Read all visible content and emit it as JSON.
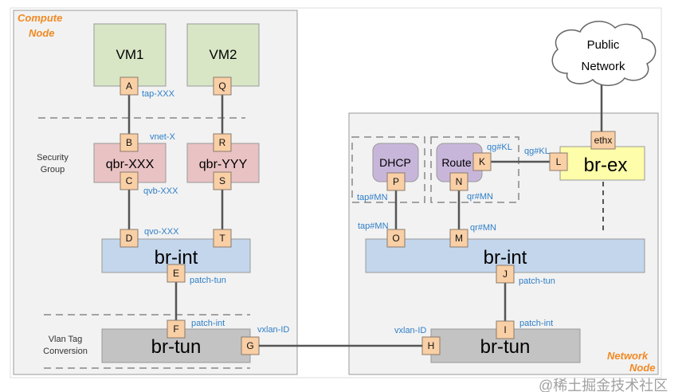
{
  "compute_node": {
    "title_line1": "Compute",
    "title_line2": "Node",
    "vm1": "VM1",
    "vm2": "VM2",
    "qbr_xxx": "qbr-XXX",
    "qbr_yyy": "qbr-YYY",
    "br_int": "br-int",
    "br_tun": "br-tun",
    "security_group_line1": "Security",
    "security_group_line2": "Group",
    "vlan_tag_line1": "Vlan Tag",
    "vlan_tag_line2": "Conversion",
    "ports": {
      "A": "A",
      "B": "B",
      "C": "C",
      "D": "D",
      "E": "E",
      "F": "F",
      "G": "G",
      "Q": "Q",
      "R": "R",
      "S": "S",
      "T": "T"
    },
    "labels": {
      "tap": "tap-XXX",
      "vnet": "vnet-X",
      "qvb": "qvb-XXX",
      "qvo": "qvo-XXX",
      "patch_tun": "patch-tun",
      "patch_int": "patch-int",
      "vxlan": "vxlan-ID"
    }
  },
  "network_node": {
    "title_line1": "Network",
    "title_line2": "Node",
    "dhcp": "DHCP",
    "router": "Route",
    "br_ex": "br-ex",
    "br_int": "br-int",
    "br_tun": "br-tun",
    "ports": {
      "H": "H",
      "I": "I",
      "J": "J",
      "K": "K",
      "L": "L",
      "M": "M",
      "N": "N",
      "O": "O",
      "P": "P",
      "ethx": "ethx"
    },
    "labels": {
      "qg_k": "qg#KL",
      "qg_l": "qg#KL",
      "tap_p": "tap#MN",
      "qr_n": "qr#MN",
      "tap_o": "tap#MN",
      "qr_m": "qr#MN",
      "patch_tun": "patch-tun",
      "patch_int": "patch-int",
      "vxlan": "vxlan-ID"
    }
  },
  "public_network": {
    "line1": "Public",
    "line2": "Network"
  },
  "watermark": "@稀土掘金技术社区",
  "colors": {
    "vm": "#d8e6c6",
    "qbr": "#e9c2c3",
    "br_int": "#c3d6ec",
    "br_tun": "#c3c3c3",
    "br_ex": "#fdfdaa",
    "service": "#c8b6da",
    "port": "#f9cfa6",
    "label": "#2f7fc8",
    "node_title": "#f08a24"
  }
}
